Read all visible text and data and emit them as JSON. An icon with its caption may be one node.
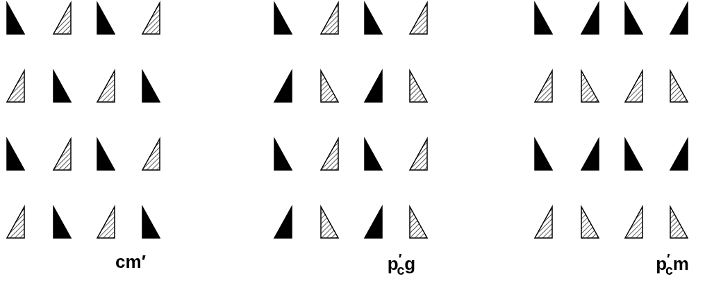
{
  "diagram": {
    "labels": [
      "cm′",
      "p$^{′}$$_{c}$g",
      "p$^{′}$$_{c}$m"
    ]
  }
}
